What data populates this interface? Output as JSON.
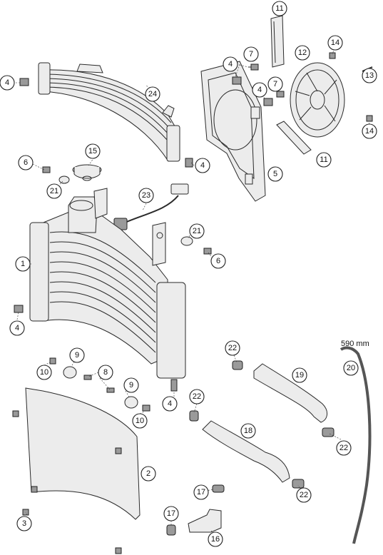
{
  "diagram": {
    "callouts": [
      {
        "id": "c1",
        "label": "11"
      },
      {
        "id": "c2",
        "label": "4"
      },
      {
        "id": "c3",
        "label": "7"
      },
      {
        "id": "c4",
        "label": "12"
      },
      {
        "id": "c5",
        "label": "14"
      },
      {
        "id": "c6",
        "label": "13"
      },
      {
        "id": "c7",
        "label": "4"
      },
      {
        "id": "c8",
        "label": "24"
      },
      {
        "id": "c9",
        "label": "7"
      },
      {
        "id": "c10",
        "label": "4"
      },
      {
        "id": "c11",
        "label": "14"
      },
      {
        "id": "c12",
        "label": "11"
      },
      {
        "id": "c13",
        "label": "15"
      },
      {
        "id": "c14",
        "label": "6"
      },
      {
        "id": "c15",
        "label": "4"
      },
      {
        "id": "c16",
        "label": "5"
      },
      {
        "id": "c17",
        "label": "21"
      },
      {
        "id": "c18",
        "label": "23"
      },
      {
        "id": "c19",
        "label": "21"
      },
      {
        "id": "c20",
        "label": "1"
      },
      {
        "id": "c21",
        "label": "6"
      },
      {
        "id": "c22",
        "label": "4"
      },
      {
        "id": "c23",
        "label": "22"
      },
      {
        "id": "c24",
        "label": "9"
      },
      {
        "id": "c25",
        "label": "20"
      },
      {
        "id": "c26",
        "label": "19"
      },
      {
        "id": "c27",
        "label": "10"
      },
      {
        "id": "c28",
        "label": "8"
      },
      {
        "id": "c29",
        "label": "9"
      },
      {
        "id": "c30",
        "label": "22"
      },
      {
        "id": "c31",
        "label": "4"
      },
      {
        "id": "c32",
        "label": "10"
      },
      {
        "id": "c33",
        "label": "18"
      },
      {
        "id": "c34",
        "label": "22"
      },
      {
        "id": "c35",
        "label": "2"
      },
      {
        "id": "c36",
        "label": "17"
      },
      {
        "id": "c37",
        "label": "22"
      },
      {
        "id": "c38",
        "label": "3"
      },
      {
        "id": "c39",
        "label": "17"
      },
      {
        "id": "c40",
        "label": "16"
      }
    ],
    "hose_length_note": "590 mm"
  }
}
